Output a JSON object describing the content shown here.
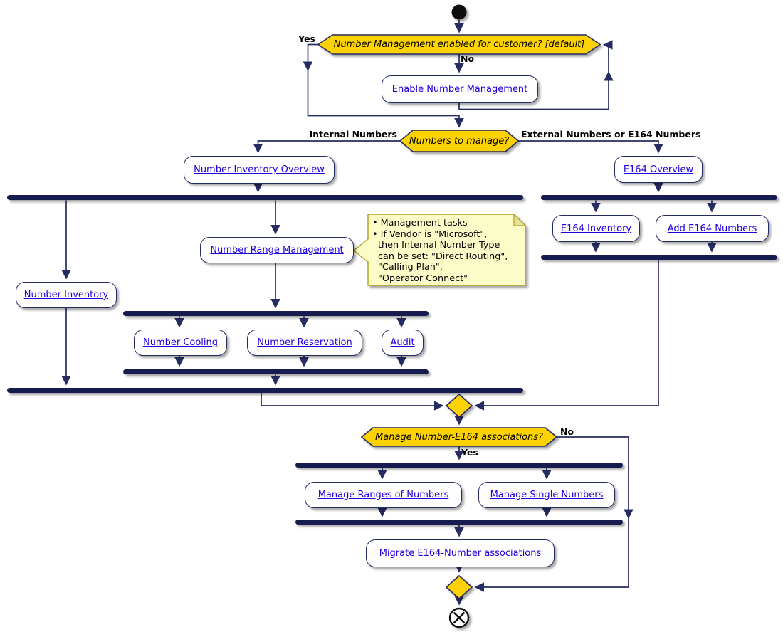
{
  "decisions": {
    "d1": {
      "text": "Number Management enabled for customer? [default]",
      "label_yes": "Yes",
      "label_no": "No"
    },
    "d2": {
      "text": "Numbers to manage?",
      "label_left": "Internal Numbers",
      "label_right": "External Numbers or E164 Numbers"
    },
    "d3": {
      "text": "Manage Number-E164 associations?",
      "label_yes": "Yes",
      "label_no": "No"
    }
  },
  "activities": {
    "enable": "Enable Number Management",
    "number_inventory_overview": "Number Inventory Overview",
    "e164_overview": "E164 Overview",
    "e164_inventory": "E164 Inventory",
    "add_e164_numbers": "Add E164 Numbers",
    "number_inventory": "Number Inventory",
    "number_range_management": "Number Range Management",
    "number_cooling": "Number Cooling",
    "number_reservation": "Number Reservation",
    "audit": "Audit",
    "manage_ranges": "Manage Ranges of Numbers",
    "manage_single": "Manage Single Numbers",
    "migrate": "Migrate E164-Number associations"
  },
  "note": {
    "lines": [
      "• Management tasks",
      "• If Vendor is \"Microsoft\",",
      "then Internal Number Type",
      "can be set: \"Direct Routing\",",
      "\"Calling Plan\",",
      "\"Operator Connect\""
    ]
  },
  "colors": {
    "background": "#FFFFFF",
    "line": "#252C62",
    "bar": "#191F4F",
    "decision_fill": "#FCD200",
    "link_text": "#1E00DE",
    "note_fill": "#FCFCC8",
    "note_border": "#ADA21F"
  }
}
